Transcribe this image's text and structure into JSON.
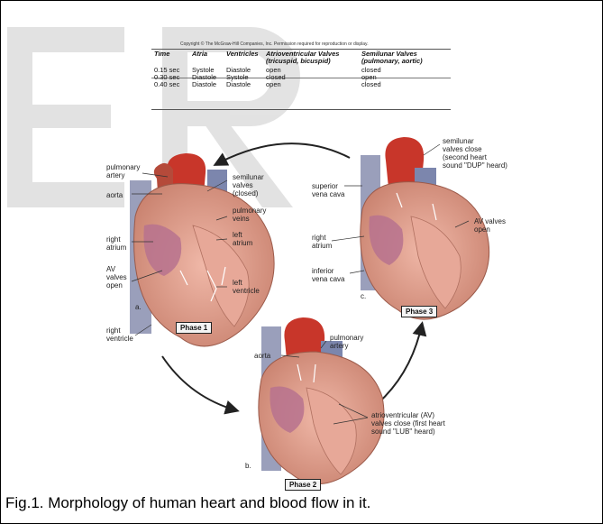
{
  "watermark": "ER",
  "copyright": "Copyright © The McGraw-Hill Companies, Inc. Permission required for reproduction or display.",
  "table": {
    "headers": [
      "Time",
      "Atria",
      "Ventricles",
      "Atrioventricular Valves (tricuspid, bicuspid)",
      "Semilunar Valves (pulmonary, aortic)"
    ],
    "rows": [
      [
        "0.15 sec",
        "Systole",
        "Diastole",
        "open",
        "closed"
      ],
      [
        "0.30 sec",
        "Diastole",
        "Systole",
        "closed",
        "open"
      ],
      [
        "0.40 sec",
        "Diastole",
        "Diastole",
        "open",
        "closed"
      ]
    ]
  },
  "phase1": {
    "letter": "a.",
    "badge": "Phase 1",
    "labels": {
      "pulmonary_artery": "pulmonary\nartery",
      "aorta": "aorta",
      "right_atrium": "right\natrium",
      "av_valves_open": "AV\nvalves\nopen",
      "right_ventricle": "right\nventricle",
      "semilunar_closed": "semilunar\nvalves\n(closed)",
      "pulmonary_veins": "pulmonary\nveins",
      "left_atrium": "left\natrium",
      "left_ventricle": "left\nventricle"
    }
  },
  "phase2": {
    "letter": "b.",
    "badge": "Phase 2",
    "labels": {
      "aorta": "aorta",
      "pulmonary_artery": "pulmonary\nartery",
      "av_valves_close": "atrioventricular (AV)\nvalves close (first heart\nsound \"LUB\" heard)"
    }
  },
  "phase3": {
    "letter": "c.",
    "badge": "Phase 3",
    "labels": {
      "semilunar_close": "semilunar\nvalves close\n(second heart\nsound \"DUP\" heard)",
      "superior_vena_cava": "superior\nvena cava",
      "right_atrium": "right\natrium",
      "inferior_vena_cava": "inferior\nvena cava",
      "av_valves_open": "AV valves\nopen"
    }
  },
  "caption": "Fig.1. Morphology of human heart and blood flow in it."
}
